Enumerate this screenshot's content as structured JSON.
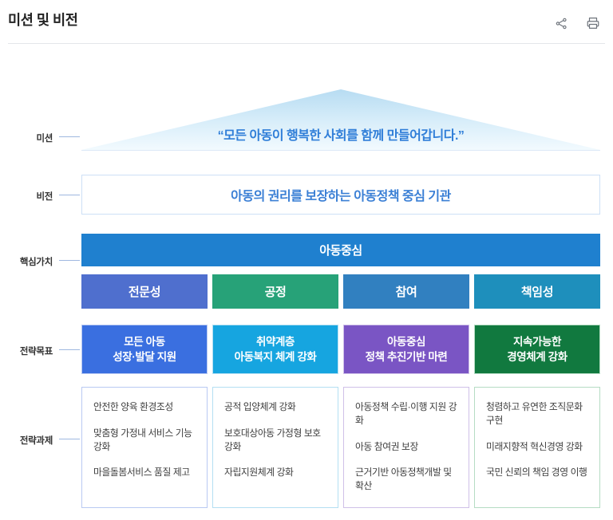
{
  "header": {
    "title": "미션 및 비전",
    "share_icon": "share-icon",
    "print_icon": "print-icon"
  },
  "rail_labels": {
    "mission": "미션",
    "vision": "비전",
    "core_values": "핵심가치",
    "goals": "전략목표",
    "tasks": "전략과제"
  },
  "mission": {
    "text": "“모든 아동이 행복한 사회를 함께 만들어갑니다.”",
    "text_color": "#2f7ed8",
    "fill_top": "#bfe0f4",
    "fill_bottom": "#eaf6fd"
  },
  "vision": {
    "text": "아동의 권리를 보장하는 아동정책 중심 기관",
    "text_color": "#3a7fd5",
    "border_color": "#cde0f6"
  },
  "core_values": {
    "main": {
      "label": "아동중심",
      "color": "#1f80cf"
    },
    "items": [
      {
        "label": "전문성",
        "color": "#4f6fce"
      },
      {
        "label": "공정",
        "color": "#27a278"
      },
      {
        "label": "참여",
        "color": "#3180c0"
      },
      {
        "label": "책임성",
        "color": "#1e8fbc"
      }
    ]
  },
  "goals": [
    {
      "line1": "모든 아동",
      "line2": "성장·발달 지원",
      "color": "#3a6fe0",
      "border_color": "#b9c9f2"
    },
    {
      "line1": "취약계층",
      "line2": "아동복지 체계 강화",
      "color": "#16a5e0",
      "border_color": "#b4dff2"
    },
    {
      "line1": "아동중심",
      "line2": "정책 추진기반 마련",
      "color": "#7a55c4",
      "border_color": "#cfc0e8"
    },
    {
      "line1": "지속가능한",
      "line2": "경영체계 강화",
      "color": "#11793f",
      "border_color": "#b5dcc3"
    }
  ],
  "tasks": [
    {
      "border_color": "#b9c9f2",
      "items": [
        "안전한 양육 환경조성",
        "맞춤형 가정내 서비스 기능 강화",
        "마을돌봄서비스 품질 제고"
      ]
    },
    {
      "border_color": "#b4dff2",
      "items": [
        "공적 입양체계 강화",
        "보호대상아동 가정형 보호 강화",
        "자립지원체계 강화"
      ]
    },
    {
      "border_color": "#cfc0e8",
      "items": [
        "아동정책 수립·이행 지원 강화",
        "아동 참여권 보장",
        "근거기반 아동정책개발 및 확산"
      ]
    },
    {
      "border_color": "#b5dcc3",
      "items": [
        "청렴하고 유연한 조직문화 구현",
        "미래지향적 혁신경영 강화",
        "국민 신뢰의 책임 경영 이행"
      ]
    }
  ]
}
